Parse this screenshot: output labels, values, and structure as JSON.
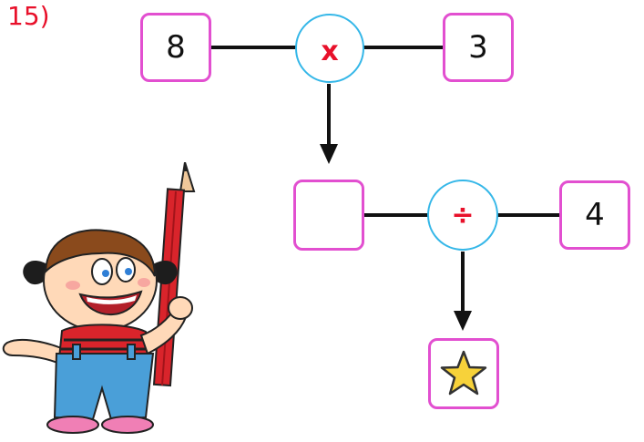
{
  "question_number": "15)",
  "row1": {
    "left_value": "8",
    "operator": "x",
    "right_value": "3"
  },
  "row2": {
    "left_value": "",
    "operator": "÷",
    "right_value": "4"
  },
  "result": {
    "icon": "star-icon"
  },
  "colors": {
    "box_border": "#e24fd0",
    "circle_border": "#35b7e8",
    "operator": "#e8102a",
    "question_number": "#e8102a",
    "star_fill": "#f7d23a",
    "star_stroke": "#333333"
  },
  "illustration": {
    "icon": "girl-with-pencil-icon"
  }
}
